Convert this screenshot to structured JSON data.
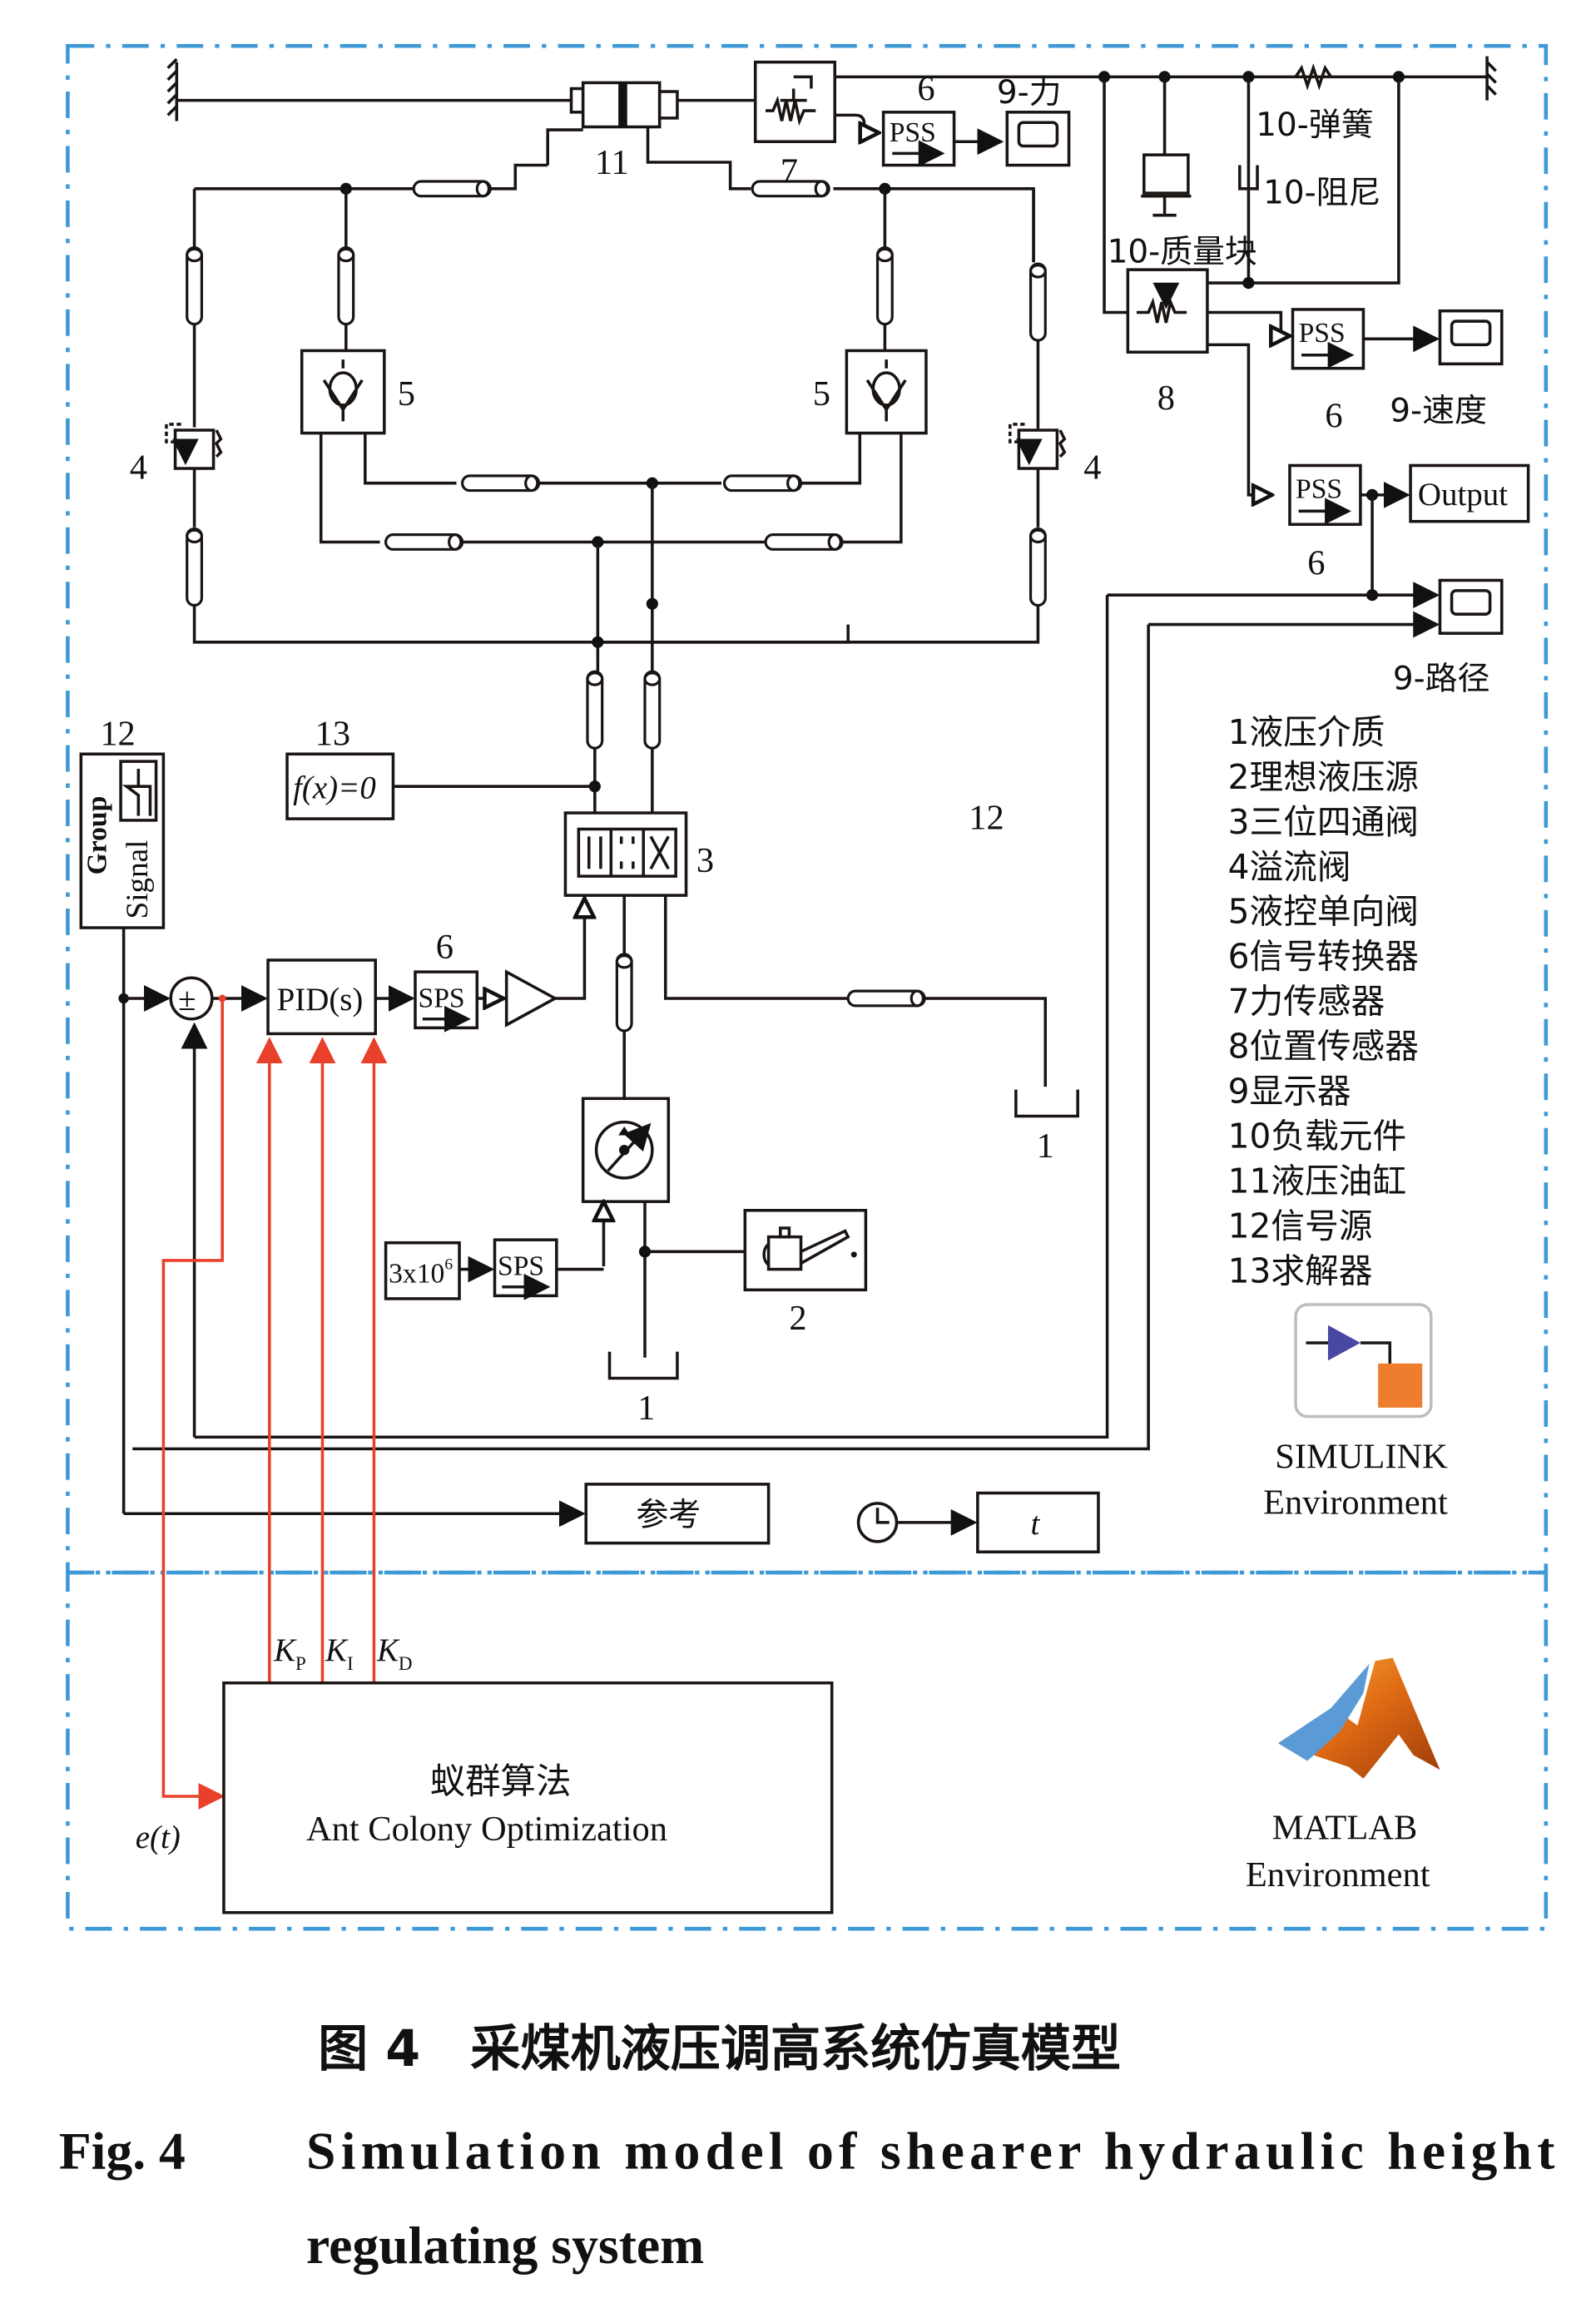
{
  "environments": {
    "simulink": {
      "title": "SIMULINK",
      "subtitle": "Environment"
    },
    "matlab": {
      "title": "MATLAB",
      "subtitle": "Environment"
    }
  },
  "components": {
    "cylinder_label": "11",
    "force_sensor_label": "7",
    "signal_converter_label": "6",
    "scope_force_label": "9-力",
    "spring_label": "10-弹簧",
    "damper_label": "10-阻尼",
    "mass_label": "10-质量块",
    "position_sensor_label": "8",
    "scope_speed_label": "9-速度",
    "scope_path_label": "9-路径",
    "output_block": "Output",
    "relief_valve_label": "4",
    "check_valve_label": "5",
    "directional_valve_label": "3",
    "tank_label": "1",
    "hydraulic_source_label": "2",
    "signal_source_label": "12",
    "signal_source_text_1": "Group",
    "signal_source_text_2": "Signal",
    "solver_label": "13",
    "solver_text": "f(x)=0",
    "pid_text": "PID(s)",
    "pss_text": "PSS",
    "sps_text": "SPS",
    "constant_text": "3x10",
    "constant_exp": "6",
    "sum_symbol": "±",
    "reference_block": "参考",
    "time_block": "t",
    "region_label": "12"
  },
  "aco": {
    "title_cn": "蚁群算法",
    "title_en": "Ant Colony Optimization",
    "input_label": "e(t)",
    "gains": [
      "K",
      "K",
      "K"
    ],
    "gain_subs": [
      "P",
      "I",
      "D"
    ]
  },
  "legend": [
    "1液压介质",
    "2理想液压源",
    "3三位四通阀",
    "4溢流阀",
    "5液控单向阀",
    "6信号转换器",
    "7力传感器",
    "8位置传感器",
    "9显示器",
    "10负载元件",
    "11液压油缸",
    "12信号源",
    "13求解器"
  ],
  "caption": {
    "cn": "图 4　采煤机液压调高系统仿真模型",
    "en_label": "Fig. 4",
    "en_line1": "Simulation model of shearer hydraulic height",
    "en_line2": "regulating system"
  },
  "colors": {
    "boundary": "#3d9ad6",
    "signal_red": "#e8402a",
    "simulink_blue": "#4a47a3",
    "simulink_orange": "#ef7d2e",
    "matlab_orange": "#e06a14",
    "matlab_blue": "#5b9bd5"
  }
}
